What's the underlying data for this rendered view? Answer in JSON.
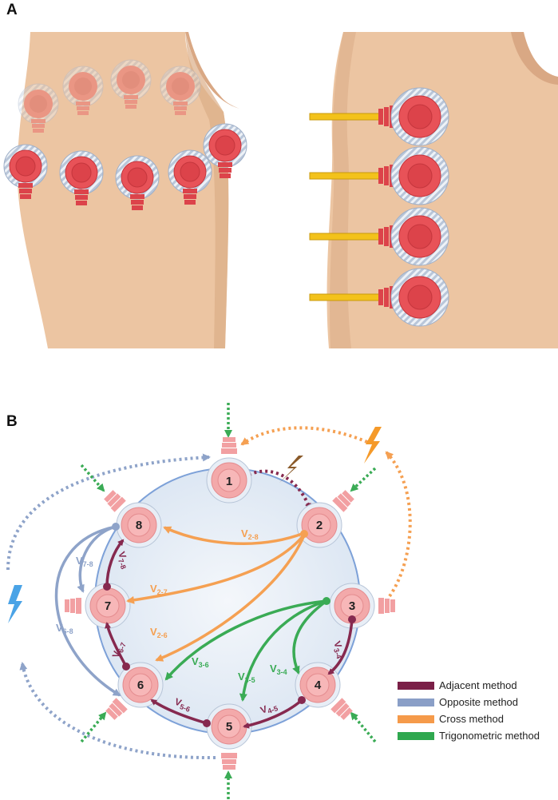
{
  "panels": {
    "a_label": "A",
    "b_label": "B"
  },
  "electrodes": [
    {
      "id": "1",
      "label": "1"
    },
    {
      "id": "2",
      "label": "2"
    },
    {
      "id": "3",
      "label": "3"
    },
    {
      "id": "4",
      "label": "4"
    },
    {
      "id": "5",
      "label": "5"
    },
    {
      "id": "6",
      "label": "6"
    },
    {
      "id": "7",
      "label": "7"
    },
    {
      "id": "8",
      "label": "8"
    }
  ],
  "vectors": {
    "v28": {
      "main": "V",
      "sub": "2-8"
    },
    "v27": {
      "main": "V",
      "sub": "2-7"
    },
    "v26": {
      "main": "V",
      "sub": "2-6"
    },
    "v78": {
      "main": "V",
      "sub": "7-8"
    },
    "v68": {
      "main": "V",
      "sub": "6-8"
    },
    "v34": {
      "main": "V",
      "sub": "3-4"
    },
    "v36": {
      "main": "V",
      "sub": "3-6"
    },
    "v35": {
      "main": "V",
      "sub": "3-5"
    },
    "v34b": {
      "main": "V",
      "sub": "3-4"
    },
    "v45": {
      "main": "V",
      "sub": "4-5"
    },
    "v56": {
      "main": "V",
      "sub": "5-6"
    },
    "v67": {
      "main": "V",
      "sub": "6-7"
    },
    "v78b": {
      "main": "V",
      "sub": "7-8"
    }
  },
  "legend": [
    {
      "label": "Adjacent method",
      "color": "#7a1f47"
    },
    {
      "label": "Opposite method",
      "color": "#8a9fc7"
    },
    {
      "label": "Cross method",
      "color": "#f59a4a"
    },
    {
      "label": "Trigonometric method",
      "color": "#2fa84f"
    }
  ],
  "colors": {
    "adjacent": "#86294f",
    "opposite": "#8ea3c9",
    "cross": "#f5a052",
    "trig": "#3aab55",
    "skin": "#ecc5a2",
    "electrode": "#e85258"
  }
}
